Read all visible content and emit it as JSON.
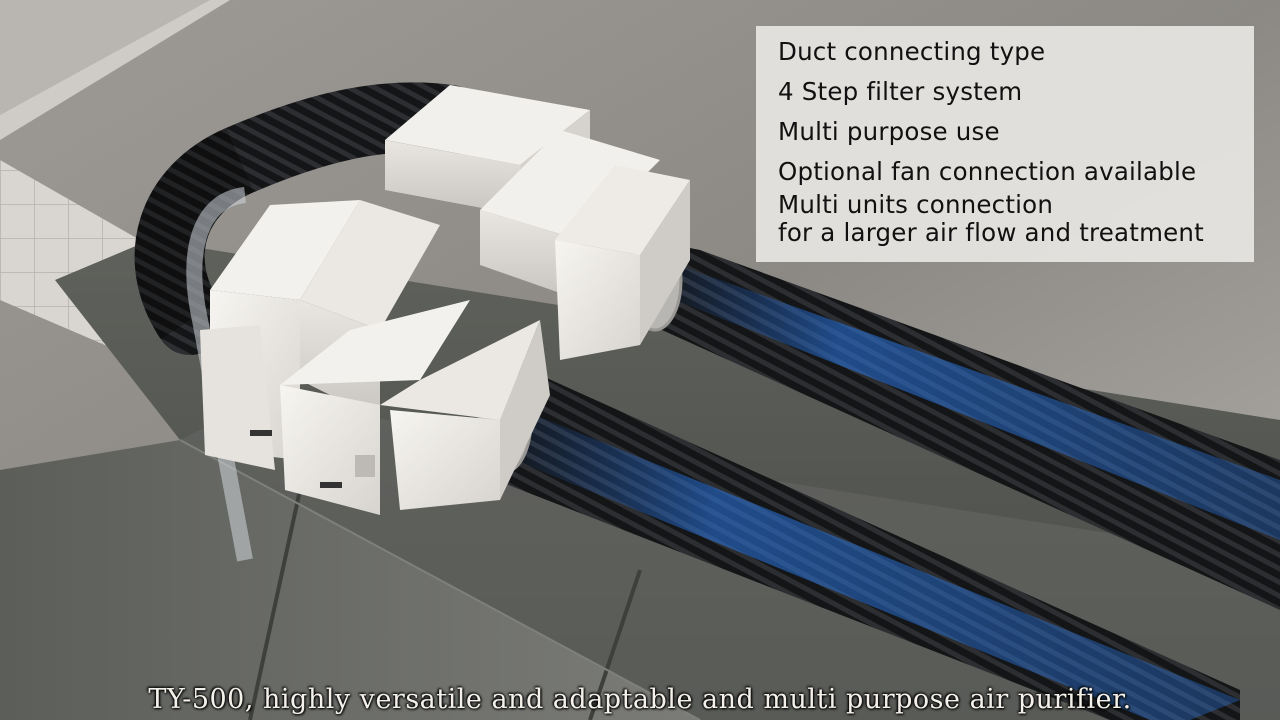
{
  "features": [
    "Duct connecting type",
    "4 Step filter system",
    "Multi purpose use",
    "Optional fan connection available",
    "Multi units connection",
    "for a larger air flow and treatment"
  ],
  "caption": "TY-500, highly versatile and adaptable and multi purpose air purifier."
}
